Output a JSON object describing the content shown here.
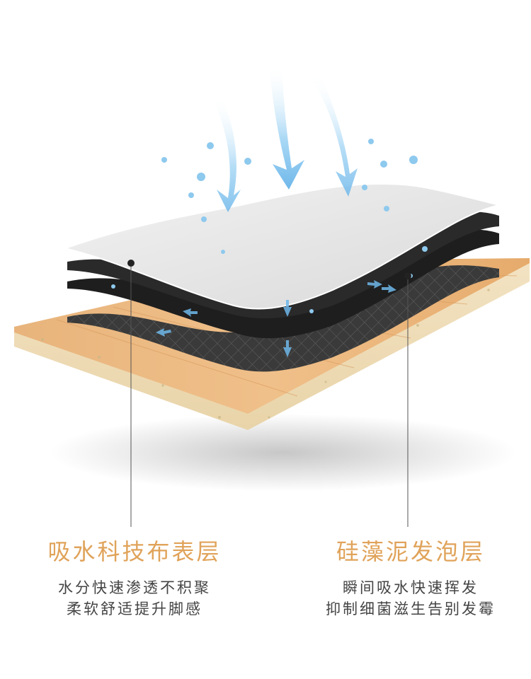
{
  "colors": {
    "accent": "#e0a35a",
    "text": "#444444",
    "water": "#8ec9ee"
  },
  "left_callout": {
    "title": "吸水科技布表层",
    "line1": "水分快速渗透不积聚",
    "line2": "柔软舒适提升脚感"
  },
  "right_callout": {
    "title": "硅藻泥发泡层",
    "line1": "瞬间吸水快速挥发",
    "line2": "抑制细菌滋生告别发霉"
  }
}
